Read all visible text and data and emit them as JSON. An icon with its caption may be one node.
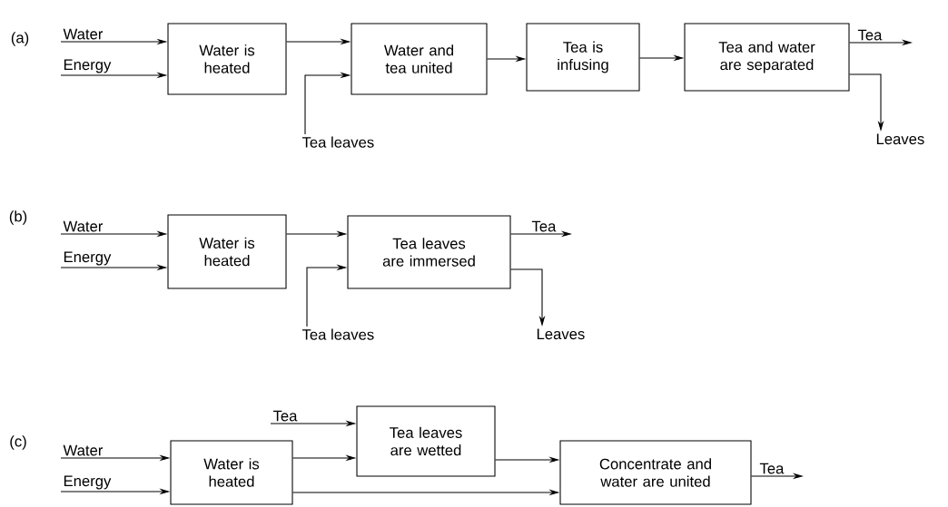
{
  "diagram": {
    "nodes": [
      {
        "text": [
          "Water"
        ]
      },
      {
        "text": [
          "Energy"
        ]
      },
      {
        "text": [
          "Water is heated"
        ]
      },
      {
        "text": [
          "Water and tea united"
        ]
      },
      {
        "text": [
          "Tea leaves"
        ]
      },
      {
        "text": [
          "Tea is infusing"
        ]
      },
      {
        "text": [
          "Tea and water are separated"
        ]
      },
      {
        "text": [
          "Tea"
        ]
      },
      {
        "text": [
          "Leaves"
        ]
      },
      {
        "text": [
          "Water"
        ]
      },
      {
        "text": [
          "Energy"
        ]
      },
      {
        "text": [
          "Water is heated"
        ]
      },
      {
        "text": [
          "Tea leaves are immersed"
        ]
      },
      {
        "text": [
          "Tea leaves"
        ]
      },
      {
        "text": [
          "Tea"
        ]
      },
      {
        "text": [
          "Leaves"
        ]
      },
      {
        "text": [
          "Tea"
        ]
      },
      {
        "text": [
          "Tea leaves are wetted"
        ]
      },
      {
        "text": [
          "Water"
        ]
      },
      {
        "text": [
          "Energy"
        ]
      },
      {
        "text": [
          "Water is heated"
        ]
      },
      {
        "text": [
          "Concentrate and water are united"
        ]
      },
      {
        "text": [
          "Tea"
        ]
      }
    ],
    "edges": [
      {
        "from": 0,
        "to": 2,
        "arrow": "to"
      },
      {
        "from": 1,
        "to": 2,
        "arrow": "to"
      },
      {
        "from": 2,
        "to": 3,
        "arrow": "to"
      },
      {
        "from": 4,
        "to": 3,
        "arrow": "to"
      },
      {
        "from": 3,
        "to": 5,
        "arrow": "to"
      },
      {
        "from": 5,
        "to": 6,
        "arrow": "to"
      },
      {
        "from": 6,
        "to": 7,
        "arrow": "to"
      },
      {
        "from": 6,
        "to": 8,
        "arrow": "to"
      },
      {
        "from": 9,
        "to": 11,
        "arrow": "to"
      },
      {
        "from": 10,
        "to": 11,
        "arrow": "to"
      },
      {
        "from": 11,
        "to": 12,
        "arrow": "to"
      },
      {
        "from": 13,
        "to": 12,
        "arrow": "to"
      },
      {
        "from": 12,
        "to": 14,
        "arrow": "to"
      },
      {
        "from": 12,
        "to": 15,
        "arrow": "to"
      },
      {
        "from": 16,
        "to": 17,
        "arrow": "to"
      },
      {
        "from": 18,
        "to": 20,
        "arrow": "to"
      },
      {
        "from": 19,
        "to": 20,
        "arrow": "to"
      },
      {
        "from": 20,
        "to": 17,
        "arrow": "to"
      },
      {
        "from": 17,
        "to": 21,
        "arrow": "to"
      },
      {
        "from": 20,
        "to": 21,
        "arrow": "to"
      },
      {
        "from": 21,
        "to": 22,
        "arrow": "to"
      }
    ],
    "labels": [
      "(a)",
      "(b)",
      "(c)"
    ]
  }
}
